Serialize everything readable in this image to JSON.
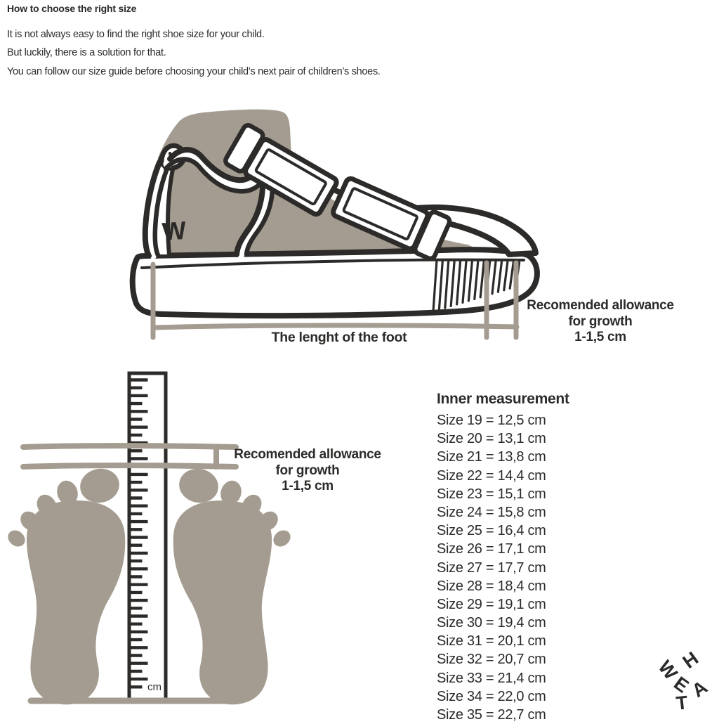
{
  "page": {
    "title": "How to choose the right size",
    "intro_lines": [
      "It is not always easy to find the right shoe size for your child.",
      "But luckily, there is a solution for that.",
      "You can follow our size guide before choosing your child’s next pair of children’s shoes."
    ]
  },
  "shoe_diagram": {
    "heel_logo_letter": "W",
    "foot_length_label": "The lenght of the foot",
    "growth_note_lines": [
      "Recomended allowance",
      "for growth",
      "1-1,5 cm"
    ]
  },
  "measure_diagram": {
    "growth_note_lines": [
      "Recomended allowance",
      "for growth",
      "1-1,5 cm"
    ],
    "ruler_unit_label": "cm"
  },
  "size_table": {
    "heading": "Inner measurement",
    "rows": [
      "Size 19 = 12,5 cm",
      "Size 20 = 13,1 cm",
      "Size 21 = 13,8 cm",
      "Size 22 = 14,4 cm",
      "Size 23 = 15,1 cm",
      "Size 24 = 15,8 cm",
      "Size 25 = 16,4 cm",
      "Size 26 = 17,1 cm",
      "Size 27 = 17,7 cm",
      "Size 28 = 18,4 cm",
      "Size 29 = 19,1 cm",
      "Size 30 = 19,4 cm",
      "Size 31 = 20,1 cm",
      "Size 32 = 20,7 cm",
      "Size 33 = 21,4 cm",
      "Size 34 = 22,0 cm",
      "Size 35 = 22,7 cm"
    ]
  },
  "brand_logo": {
    "letters": [
      "W",
      "H",
      "E",
      "A",
      "T"
    ]
  },
  "colors": {
    "ink": "#2d2b29",
    "tan": "#a49c90"
  }
}
